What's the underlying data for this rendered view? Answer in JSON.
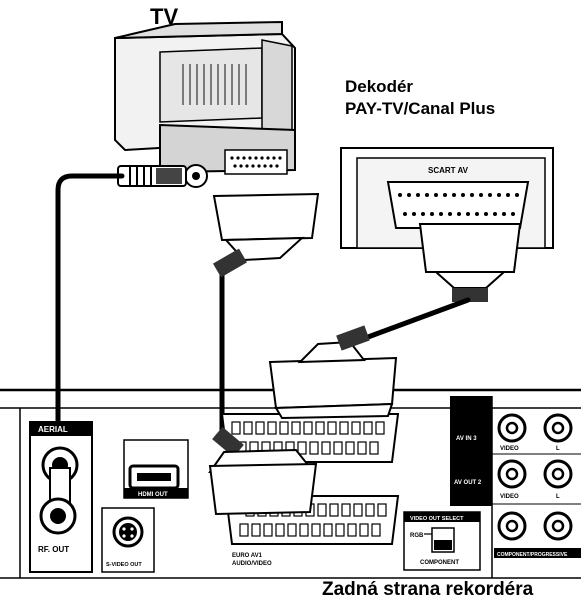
{
  "titles": {
    "tv": "TV",
    "decoder_line1": "Dekodér",
    "decoder_line2": "PAY-TV/Canal Plus",
    "rear_panel": "Zadná strana rekordéra"
  },
  "decoder_panel": {
    "port_label": "SCART AV"
  },
  "recorder_panel": {
    "aerial_label": "AERIAL",
    "rf_out_label": "RF. OUT",
    "hdmi_label": "HDMI OUT",
    "svideo_label": "S-VIDEO OUT",
    "euro_av1_label_line1": "EURO AV1",
    "euro_av1_label_line2": "AUDIO/VIDEO",
    "av_in3_label": "AV IN 3",
    "av_out2_label": "AV OUT 2",
    "video_label_1": "VIDEO",
    "video_label_2": "VIDEO",
    "audio_l_label_1": "L",
    "audio_l_label_2": "L",
    "video_out_select_label": "VIDEO OUT SELECT",
    "rgb_label": "RGB",
    "component_label": "COMPONENT",
    "component_progressive_label": "COMPONENT/PROGRESSIVE"
  }
}
